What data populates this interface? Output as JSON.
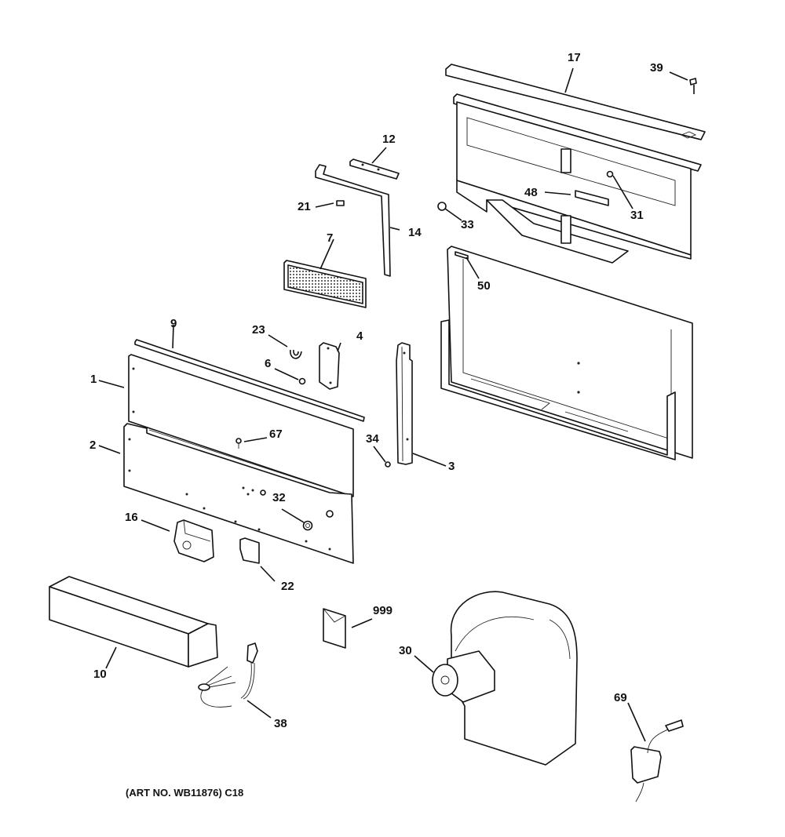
{
  "diagram": {
    "type": "exploded-parts-diagram",
    "subject": "Downdraft vent assembly",
    "caption": "(ART NO. WB11876) C18",
    "callouts": [
      {
        "id": "17",
        "label": "17"
      },
      {
        "id": "39",
        "label": "39"
      },
      {
        "id": "12",
        "label": "12"
      },
      {
        "id": "48",
        "label": "48"
      },
      {
        "id": "31",
        "label": "31"
      },
      {
        "id": "21",
        "label": "21"
      },
      {
        "id": "33",
        "label": "33"
      },
      {
        "id": "14",
        "label": "14"
      },
      {
        "id": "7",
        "label": "7"
      },
      {
        "id": "50",
        "label": "50"
      },
      {
        "id": "9",
        "label": "9"
      },
      {
        "id": "23",
        "label": "23"
      },
      {
        "id": "4",
        "label": "4"
      },
      {
        "id": "6",
        "label": "6"
      },
      {
        "id": "1",
        "label": "1"
      },
      {
        "id": "67",
        "label": "67"
      },
      {
        "id": "34",
        "label": "34"
      },
      {
        "id": "2",
        "label": "2"
      },
      {
        "id": "3",
        "label": "3"
      },
      {
        "id": "32",
        "label": "32"
      },
      {
        "id": "16",
        "label": "16"
      },
      {
        "id": "22",
        "label": "22"
      },
      {
        "id": "999",
        "label": "999"
      },
      {
        "id": "30",
        "label": "30"
      },
      {
        "id": "10",
        "label": "10"
      },
      {
        "id": "38",
        "label": "38"
      },
      {
        "id": "69",
        "label": "69"
      }
    ]
  }
}
